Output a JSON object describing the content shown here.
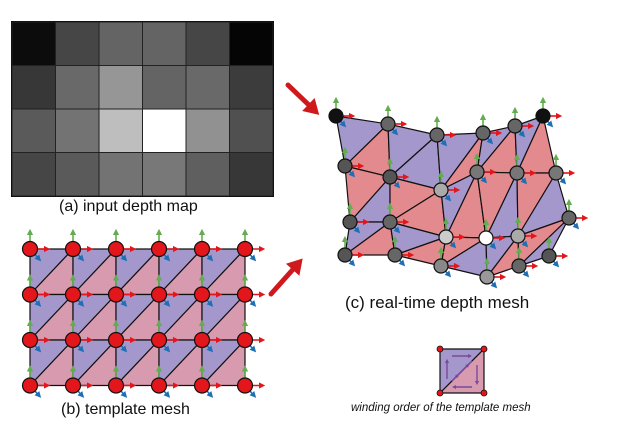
{
  "captions": {
    "depth_map": "(a) input depth map",
    "template_mesh": "(b) template mesh",
    "depth_mesh": "(c) real-time depth mesh",
    "winding": "winding order of the template mesh"
  },
  "depth_map": {
    "rows": 4,
    "cols": 6,
    "gray_levels": [
      [
        12,
        70,
        100,
        100,
        70,
        5
      ],
      [
        55,
        105,
        150,
        100,
        105,
        60
      ],
      [
        90,
        115,
        190,
        255,
        145,
        80
      ],
      [
        70,
        90,
        115,
        120,
        95,
        55
      ]
    ]
  },
  "template_mesh": {
    "rows": 4,
    "cols": 6
  },
  "colors": {
    "tri_pink": "#d79aae",
    "tri_purple": "#a497cc",
    "tri_red": "#e38a8f",
    "vertex_red": "#e2161b",
    "arrow_red": "#e2161b",
    "arrow_green": "#62ad4f",
    "arrow_blue": "#1f6fb5",
    "big_arrow": "#d0191d"
  }
}
